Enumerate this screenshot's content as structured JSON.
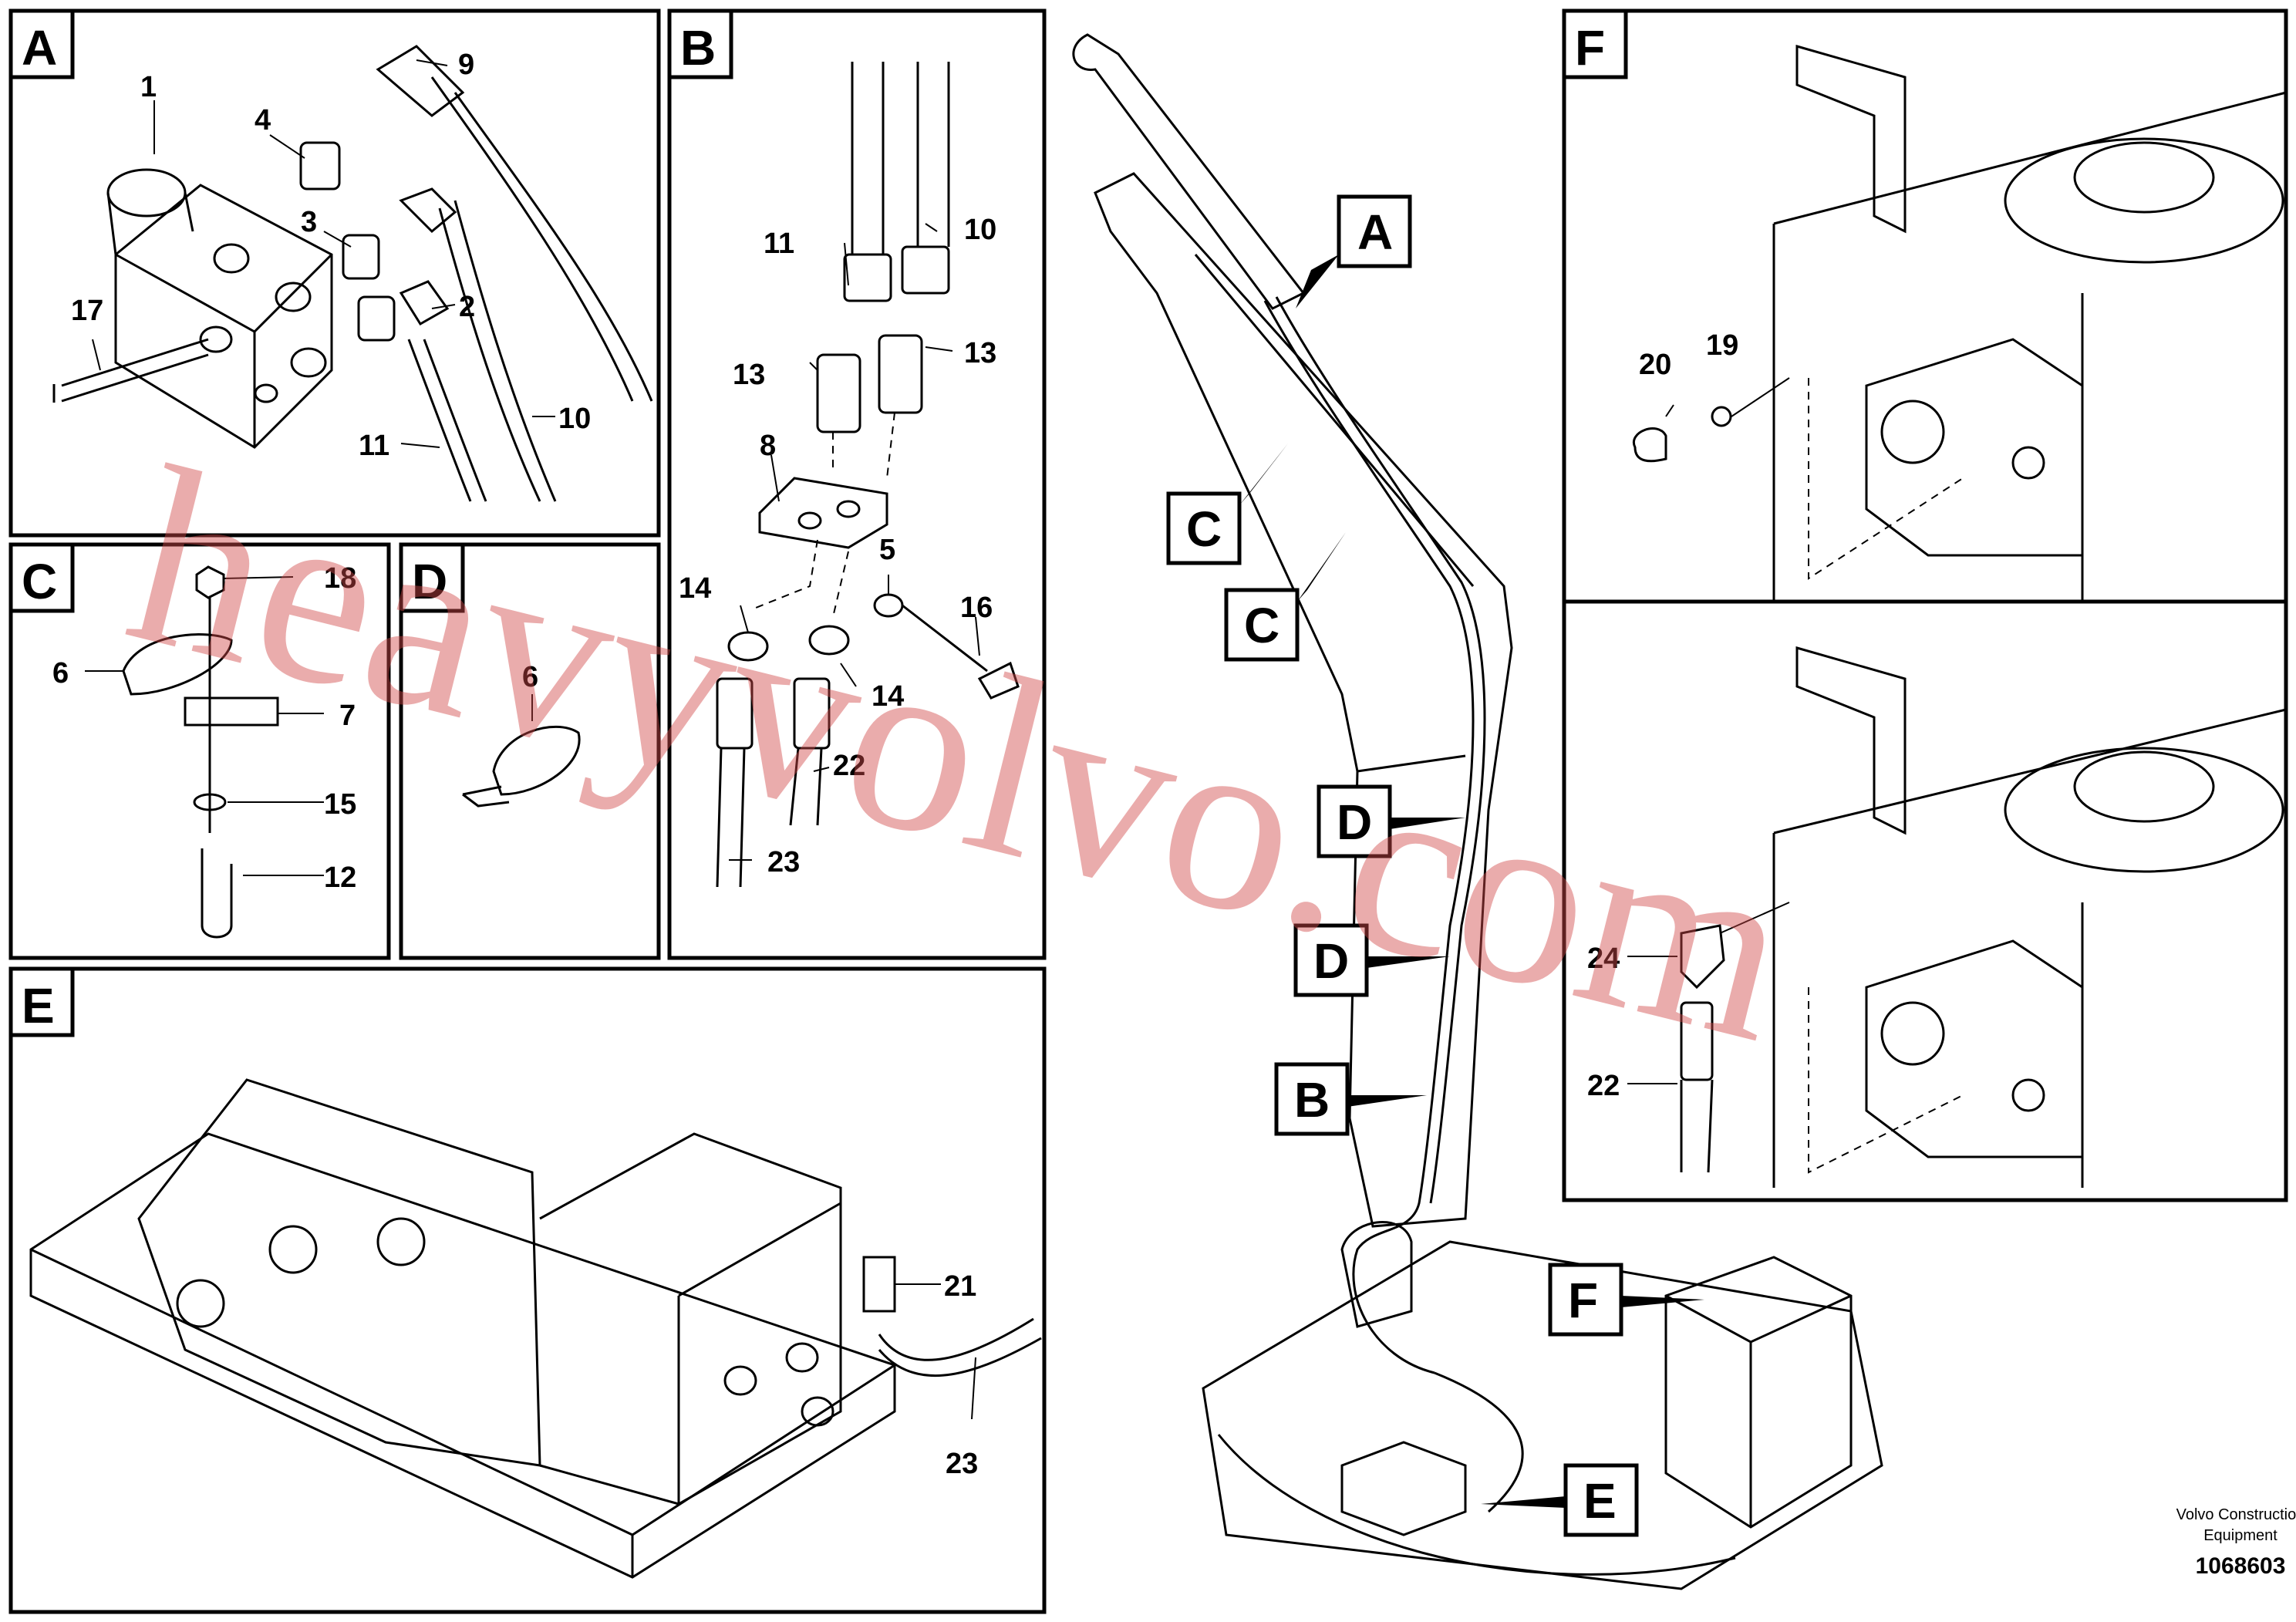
{
  "panels": {
    "A": {
      "letter": "A",
      "labels": [
        "1",
        "4",
        "9",
        "3",
        "2",
        "17",
        "11",
        "10"
      ]
    },
    "B": {
      "letter": "B",
      "labels": [
        "11",
        "10",
        "13",
        "13",
        "8",
        "5",
        "14",
        "16",
        "14",
        "22",
        "23"
      ]
    },
    "C": {
      "letter": "C",
      "labels": [
        "18",
        "6",
        "7",
        "15",
        "12"
      ]
    },
    "D": {
      "letter": "D",
      "labels": [
        "6"
      ]
    },
    "E": {
      "letter": "E",
      "labels": [
        "21",
        "23"
      ]
    },
    "F": {
      "letter": "F",
      "labels": [
        "20",
        "19",
        "24",
        "22"
      ]
    }
  },
  "callouts": {
    "A": "A",
    "C1": "C",
    "C2": "C",
    "D1": "D",
    "D2": "D",
    "B": "B",
    "F": "F",
    "E": "E"
  },
  "footer": {
    "company": "Volvo Construction",
    "company2": "Equipment",
    "doc_number": "1068603"
  },
  "watermark": "heavyvolvo.com",
  "colors": {
    "watermark": "#d24a4a",
    "line": "#000000"
  }
}
